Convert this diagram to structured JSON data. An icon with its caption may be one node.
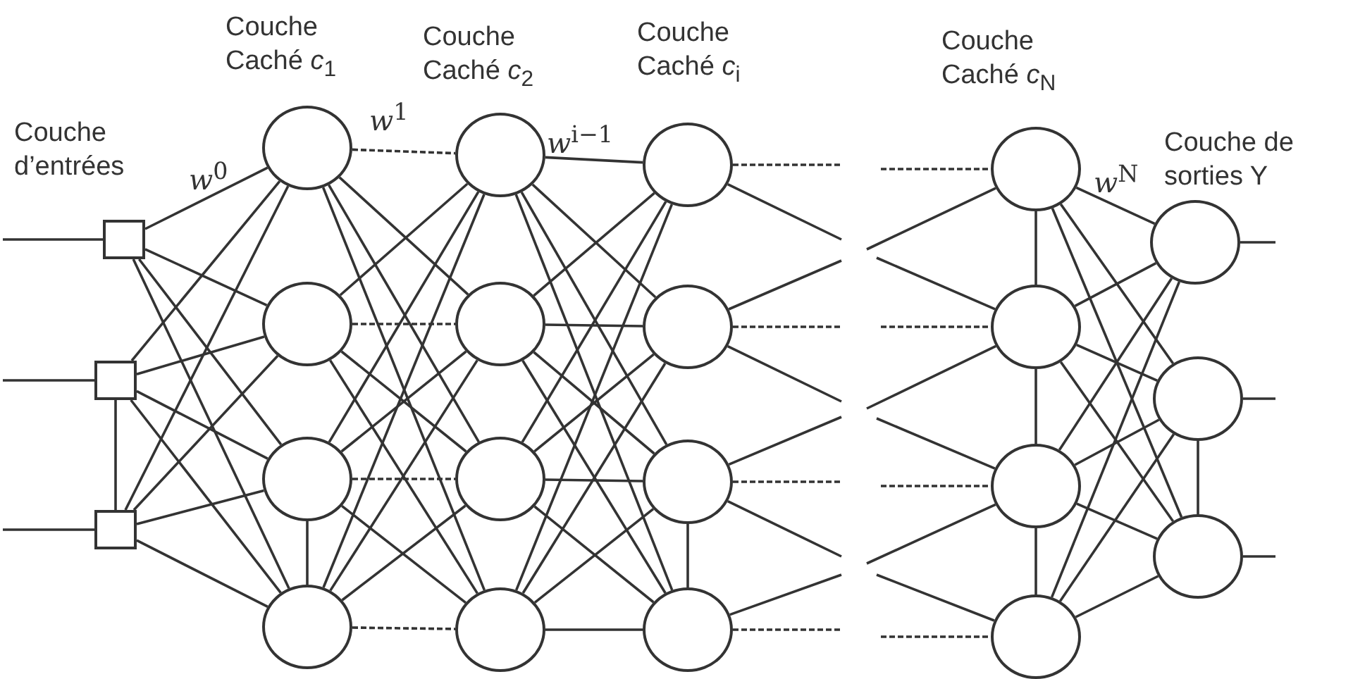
{
  "diagram": {
    "nodes": [
      {
        "text": [],
        "shape": "box"
      },
      {
        "text": [],
        "shape": "box"
      },
      {
        "text": [],
        "shape": "box"
      },
      {
        "text": [],
        "shape": "circle"
      },
      {
        "text": [],
        "shape": "circle"
      },
      {
        "text": [],
        "shape": "circle"
      },
      {
        "text": [],
        "shape": "circle"
      },
      {
        "text": [],
        "shape": "circle"
      },
      {
        "text": [],
        "shape": "circle"
      },
      {
        "text": [],
        "shape": "circle"
      },
      {
        "text": [],
        "shape": "circle"
      },
      {
        "text": [],
        "shape": "circle"
      },
      {
        "text": [],
        "shape": "circle"
      },
      {
        "text": [],
        "shape": "circle"
      },
      {
        "text": [],
        "shape": "circle"
      },
      {
        "text": [],
        "shape": "circle"
      },
      {
        "text": [],
        "shape": "circle"
      },
      {
        "text": [],
        "shape": "circle"
      },
      {
        "text": [],
        "shape": "circle"
      },
      {
        "text": [],
        "shape": "circle"
      },
      {
        "text": [],
        "shape": "circle"
      },
      {
        "text": [],
        "shape": "circle"
      }
    ],
    "edges": [
      {
        "from": null,
        "to": 0,
        "arrow": "none"
      },
      {
        "from": null,
        "to": 1,
        "arrow": "none"
      },
      {
        "from": null,
        "to": 2,
        "arrow": "none"
      },
      {
        "from": 0,
        "to": 3,
        "arrow": "none"
      },
      {
        "from": 0,
        "to": 4,
        "arrow": "none"
      },
      {
        "from": 0,
        "to": 5,
        "arrow": "none"
      },
      {
        "from": 0,
        "to": 6,
        "arrow": "none"
      },
      {
        "from": 1,
        "to": 3,
        "arrow": "none"
      },
      {
        "from": 1,
        "to": 4,
        "arrow": "none"
      },
      {
        "from": 1,
        "to": 5,
        "arrow": "none"
      },
      {
        "from": 1,
        "to": 6,
        "arrow": "none"
      },
      {
        "from": 2,
        "to": 3,
        "arrow": "none"
      },
      {
        "from": 2,
        "to": 4,
        "arrow": "none"
      },
      {
        "from": 2,
        "to": 5,
        "arrow": "none"
      },
      {
        "from": 2,
        "to": 6,
        "arrow": "none"
      },
      {
        "from": 1,
        "to": 2,
        "arrow": "none"
      },
      {
        "from": 3,
        "to": 7,
        "arrow": "none",
        "style": "dashed"
      },
      {
        "from": 3,
        "to": 8,
        "arrow": "none"
      },
      {
        "from": 3,
        "to": 9,
        "arrow": "none"
      },
      {
        "from": 3,
        "to": 10,
        "arrow": "none"
      },
      {
        "from": 4,
        "to": 7,
        "arrow": "none"
      },
      {
        "from": 4,
        "to": 8,
        "arrow": "none",
        "style": "dashed"
      },
      {
        "from": 4,
        "to": 9,
        "arrow": "none"
      },
      {
        "from": 4,
        "to": 10,
        "arrow": "none"
      },
      {
        "from": 5,
        "to": 7,
        "arrow": "none"
      },
      {
        "from": 5,
        "to": 8,
        "arrow": "none"
      },
      {
        "from": 5,
        "to": 9,
        "arrow": "none",
        "style": "dashed"
      },
      {
        "from": 5,
        "to": 10,
        "arrow": "none"
      },
      {
        "from": 6,
        "to": 7,
        "arrow": "none"
      },
      {
        "from": 6,
        "to": 8,
        "arrow": "none"
      },
      {
        "from": 6,
        "to": 9,
        "arrow": "none"
      },
      {
        "from": 6,
        "to": 10,
        "arrow": "none",
        "style": "dashed"
      },
      {
        "from": 5,
        "to": 6,
        "arrow": "none"
      },
      {
        "from": 7,
        "to": 11,
        "arrow": "none"
      },
      {
        "from": 7,
        "to": 12,
        "arrow": "none"
      },
      {
        "from": 7,
        "to": 13,
        "arrow": "none"
      },
      {
        "from": 7,
        "to": 14,
        "arrow": "none"
      },
      {
        "from": 8,
        "to": 11,
        "arrow": "none"
      },
      {
        "from": 8,
        "to": 12,
        "arrow": "none"
      },
      {
        "from": 8,
        "to": 13,
        "arrow": "none"
      },
      {
        "from": 8,
        "to": 14,
        "arrow": "none"
      },
      {
        "from": 9,
        "to": 11,
        "arrow": "none"
      },
      {
        "from": 9,
        "to": 12,
        "arrow": "none"
      },
      {
        "from": 9,
        "to": 13,
        "arrow": "none"
      },
      {
        "from": 9,
        "to": 14,
        "arrow": "none"
      },
      {
        "from": 10,
        "to": 11,
        "arrow": "none"
      },
      {
        "from": 10,
        "to": 12,
        "arrow": "none"
      },
      {
        "from": 10,
        "to": 13,
        "arrow": "none"
      },
      {
        "from": 10,
        "to": 14,
        "arrow": "none"
      },
      {
        "from": 13,
        "to": 14,
        "arrow": "none"
      },
      {
        "from": 11,
        "to": null,
        "arrow": "none",
        "style": "dashed"
      },
      {
        "from": 11,
        "to": null,
        "arrow": "none"
      },
      {
        "from": 12,
        "to": null,
        "arrow": "none"
      },
      {
        "from": 12,
        "to": null,
        "arrow": "none",
        "style": "dashed"
      },
      {
        "from": 12,
        "to": null,
        "arrow": "none"
      },
      {
        "from": 13,
        "to": null,
        "arrow": "none"
      },
      {
        "from": 13,
        "to": null,
        "arrow": "none",
        "style": "dashed"
      },
      {
        "from": 13,
        "to": null,
        "arrow": "none"
      },
      {
        "from": 14,
        "to": null,
        "arrow": "none"
      },
      {
        "from": 14,
        "to": null,
        "arrow": "none",
        "style": "dashed"
      },
      {
        "from": null,
        "to": 15,
        "arrow": "none",
        "style": "dashed"
      },
      {
        "from": null,
        "to": 15,
        "arrow": "none"
      },
      {
        "from": null,
        "to": 16,
        "arrow": "none"
      },
      {
        "from": null,
        "to": 16,
        "arrow": "none",
        "style": "dashed"
      },
      {
        "from": null,
        "to": 16,
        "arrow": "none"
      },
      {
        "from": null,
        "to": 17,
        "arrow": "none"
      },
      {
        "from": null,
        "to": 17,
        "arrow": "none",
        "style": "dashed"
      },
      {
        "from": null,
        "to": 17,
        "arrow": "none"
      },
      {
        "from": null,
        "to": 18,
        "arrow": "none"
      },
      {
        "from": null,
        "to": 18,
        "arrow": "none",
        "style": "dashed"
      },
      {
        "from": 15,
        "to": 16,
        "arrow": "none"
      },
      {
        "from": 16,
        "to": 17,
        "arrow": "none"
      },
      {
        "from": 17,
        "to": 18,
        "arrow": "none"
      },
      {
        "from": 15,
        "to": 19,
        "arrow": "none"
      },
      {
        "from": 15,
        "to": 20,
        "arrow": "none"
      },
      {
        "from": 15,
        "to": 21,
        "arrow": "none"
      },
      {
        "from": 16,
        "to": 19,
        "arrow": "none"
      },
      {
        "from": 16,
        "to": 20,
        "arrow": "none"
      },
      {
        "from": 16,
        "to": 21,
        "arrow": "none"
      },
      {
        "from": 17,
        "to": 19,
        "arrow": "none"
      },
      {
        "from": 17,
        "to": 20,
        "arrow": "none"
      },
      {
        "from": 17,
        "to": 21,
        "arrow": "none"
      },
      {
        "from": 18,
        "to": 19,
        "arrow": "none"
      },
      {
        "from": 18,
        "to": 20,
        "arrow": "none"
      },
      {
        "from": 18,
        "to": 21,
        "arrow": "none"
      },
      {
        "from": 20,
        "to": 21,
        "arrow": "none"
      },
      {
        "from": 19,
        "to": null,
        "arrow": "none"
      },
      {
        "from": 20,
        "to": null,
        "arrow": "none"
      },
      {
        "from": 21,
        "to": null,
        "arrow": "none"
      }
    ],
    "labels": [
      "Couche d’entrées",
      "*w*$^{0}$",
      "Couche Caché *c*$_{1}$",
      "*w*$^{1}$",
      "Couche Caché *c*$_{2}$",
      "*w*$^{i−1}$",
      "Couche Caché *c*$_{i}$",
      "Couche Caché *c*$_{N}$",
      "*w*$^{N}$",
      "Couche de sorties Y"
    ]
  }
}
